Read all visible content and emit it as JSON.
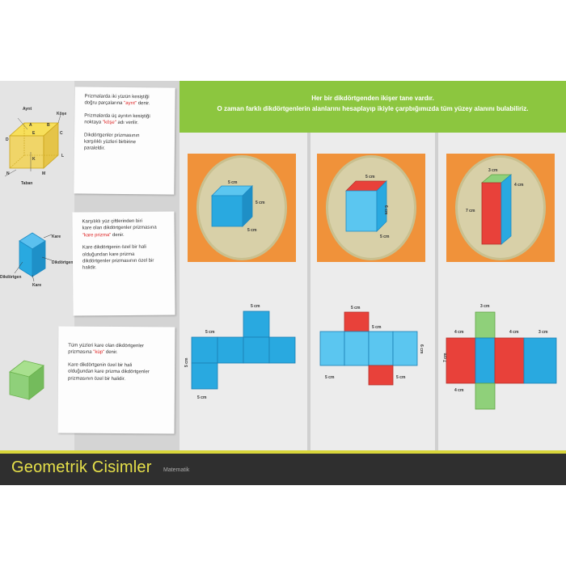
{
  "banner": {
    "line1": "Her bir dikdörtgenden ikişer tane vardır.",
    "line2": "O zaman farklı dikdörtgenlerin alanlarını hesaplayıp ikiyle çarpbığımızda tüm yüzey alanını bulabiliriz."
  },
  "panel1": {
    "labels": {
      "ayrit": "Ayrıt",
      "kose": "Köşe",
      "taban": "Taban",
      "a": "A",
      "b": "B",
      "c": "C",
      "d": "D",
      "e": "E",
      "k": "K",
      "l": "L",
      "m": "M",
      "n": "N"
    },
    "p1": [
      "Prizmalarda iki yüzün kesiştiği",
      "doğru parçalarına ",
      "\"ayrıt\"",
      " denir."
    ],
    "p2": [
      "Prizmalarda üç ayrıtın kesiştiği",
      "noktaya ",
      "\"köşe\"",
      " adı verilir."
    ],
    "p3": [
      "Dikdörtgenler prizmasının",
      "karşılıklı yüzleri birbirine",
      "paraleldir."
    ]
  },
  "panel2": {
    "labels": {
      "kare_top": "Kare",
      "dikdortgen_right": "Dikdörtgen",
      "dikdortgen_left": "Dikdörtgen",
      "kare_bottom": "Kare"
    },
    "p1": [
      "Karşılıklı yüz çiftlerinden biri",
      "kare olan dikdörtgenler prizmasına",
      "\"kare prizma\"",
      " denir."
    ],
    "p2": [
      "Kare dikdörtgenin özel bir hali",
      "olduğundan kare prizma",
      "dikdörtgenler prizmasının özel bir",
      "halidir."
    ]
  },
  "panel3": {
    "p1": [
      "Tüm yüzleri kare olan dikdörtgenler",
      "prizmasına ",
      "\"küp\"",
      " denir."
    ],
    "p2": [
      "Kare dikdörtgenin özel bir hali",
      "olduğundan kare prizma dikdörtgenler",
      "prizmasının özel bir halidir."
    ]
  },
  "col1": {
    "solid": {
      "top": "5 cm",
      "right": "5 cm",
      "bottom": "5 cm"
    },
    "net": {
      "top": "5 cm",
      "upper": "5 cm",
      "left": "5 cm",
      "bottom": "5 cm"
    }
  },
  "col2": {
    "solid": {
      "top": "5 cm",
      "side": "6 cm",
      "bottom": "5 cm"
    },
    "net": {
      "top": "5 cm",
      "upper": "5 cm",
      "right": "6 cm",
      "bottom_left": "5 cm",
      "bottom_right": "5 cm"
    }
  },
  "col3": {
    "solid": {
      "top": "3 cm",
      "right": "4 cm",
      "left": "7 cm"
    },
    "net": {
      "top": "3 cm",
      "upper_left": "4 cm",
      "upper_mid": "4 cm",
      "upper_right": "3 cm",
      "left": "7 cm",
      "bottom": "4 cm"
    }
  },
  "footer": {
    "title": "Geometrik Cisimler",
    "subject": "Matematik"
  },
  "colors": {
    "banner": "#8cc63f",
    "orange": "#f0923a",
    "cyan": "#29a9e0",
    "red": "#e8413a",
    "green": "#8fd07a",
    "footer": "#2f2f2f",
    "title": "#e6e04a"
  }
}
